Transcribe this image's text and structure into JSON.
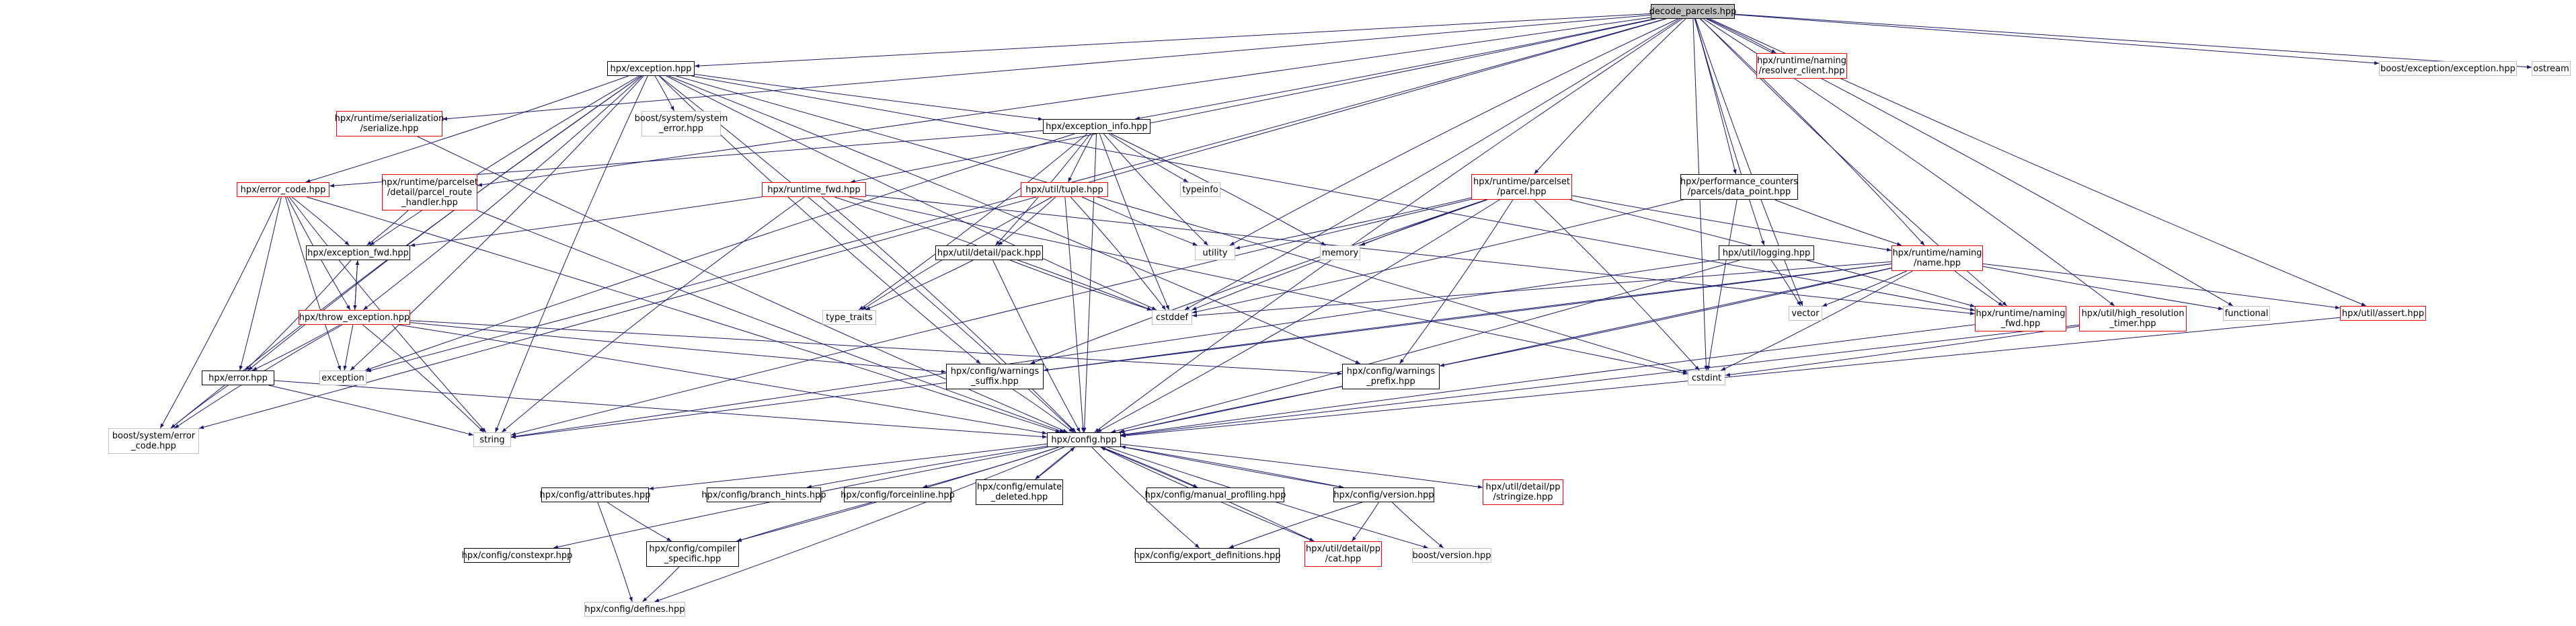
{
  "graph": {
    "colors": {
      "edge": "#191970",
      "documented": "#000000",
      "incomplete": "#e80000",
      "external": "#bfbfbf",
      "root_fill": "#bfbfbf"
    },
    "nodes": {
      "decode_parcels": {
        "label": "decode_parcels.hpp",
        "kind": "root"
      },
      "exception": {
        "label": "hpx/exception.hpp",
        "kind": "documented"
      },
      "naming_resolver": {
        "label": "hpx/runtime/naming\n/resolver_client.hpp",
        "kind": "incomplete"
      },
      "boost_exception": {
        "label": "boost/exception/exception.hpp",
        "kind": "external"
      },
      "ostream": {
        "label": "ostream",
        "kind": "external"
      },
      "serialize": {
        "label": "hpx/runtime/serialization\n/serialize.hpp",
        "kind": "incomplete"
      },
      "boost_system_error": {
        "label": "boost/system/system\n_error.hpp",
        "kind": "external"
      },
      "exception_info": {
        "label": "hpx/exception_info.hpp",
        "kind": "documented"
      },
      "parcel_route": {
        "label": "hpx/runtime/parcelset\n/detail/parcel_route\n_handler.hpp",
        "kind": "incomplete"
      },
      "runtime_fwd": {
        "label": "hpx/runtime_fwd.hpp",
        "kind": "incomplete"
      },
      "util_tuple": {
        "label": "hpx/util/tuple.hpp",
        "kind": "incomplete"
      },
      "typeinfo": {
        "label": "typeinfo",
        "kind": "external"
      },
      "parcel": {
        "label": "hpx/runtime/parcelset\n/parcel.hpp",
        "kind": "incomplete"
      },
      "perf_counters": {
        "label": "hpx/performance_counters\n/parcels/data_point.hpp",
        "kind": "documented"
      },
      "error_code": {
        "label": "hpx/error_code.hpp",
        "kind": "incomplete"
      },
      "util_pack": {
        "label": "hpx/util/detail/pack.hpp",
        "kind": "documented"
      },
      "memory": {
        "label": "memory",
        "kind": "external"
      },
      "utility": {
        "label": "utility",
        "kind": "external"
      },
      "util_logging": {
        "label": "hpx/util/logging.hpp",
        "kind": "documented"
      },
      "naming_name": {
        "label": "hpx/runtime/naming\n/name.hpp",
        "kind": "incomplete"
      },
      "exception_fwd": {
        "label": "hpx/exception_fwd.hpp",
        "kind": "documented"
      },
      "cstddef": {
        "label": "cstddef",
        "kind": "external"
      },
      "type_traits": {
        "label": "type_traits",
        "kind": "external"
      },
      "vector": {
        "label": "vector",
        "kind": "external"
      },
      "functional": {
        "label": "functional",
        "kind": "external"
      },
      "util_assert": {
        "label": "hpx/util/assert.hpp",
        "kind": "incomplete"
      },
      "throw_exception": {
        "label": "hpx/throw_exception.hpp",
        "kind": "incomplete"
      },
      "naming_name_fwd": {
        "label": "hpx/runtime/naming\n_fwd.hpp",
        "kind": "incomplete"
      },
      "high_res_timer": {
        "label": "hpx/util/high_resolution\n_timer.hpp",
        "kind": "incomplete"
      },
      "error": {
        "label": "hpx/error.hpp",
        "kind": "documented"
      },
      "std_exception": {
        "label": "exception",
        "kind": "external"
      },
      "warnings_suffix": {
        "label": "hpx/config/warnings\n_suffix.hpp",
        "kind": "documented"
      },
      "warnings_prefix": {
        "label": "hpx/config/warnings\n_prefix.hpp",
        "kind": "documented"
      },
      "cstdint": {
        "label": "cstdint",
        "kind": "external"
      },
      "boost_error_code": {
        "label": "boost/system/error\n_code.hpp",
        "kind": "external"
      },
      "string": {
        "label": "string",
        "kind": "external"
      },
      "config": {
        "label": "hpx/config.hpp",
        "kind": "documented"
      },
      "cfg_attributes": {
        "label": "hpx/config/attributes.hpp",
        "kind": "documented"
      },
      "cfg_branch_hints": {
        "label": "hpx/config/branch_hints.hpp",
        "kind": "documented"
      },
      "cfg_forceinline": {
        "label": "hpx/config/forceinline.hpp",
        "kind": "documented"
      },
      "cfg_emulate_deleted": {
        "label": "hpx/config/emulate\n_deleted.hpp",
        "kind": "documented"
      },
      "cfg_manual_profiling": {
        "label": "hpx/config/manual_profiling.hpp",
        "kind": "documented"
      },
      "cfg_version": {
        "label": "hpx/config/version.hpp",
        "kind": "documented"
      },
      "util_pp_stringize": {
        "label": "hpx/util/detail/pp\n/stringize.hpp",
        "kind": "incomplete"
      },
      "cfg_constexpr": {
        "label": "hpx/config/constexpr.hpp",
        "kind": "documented"
      },
      "cfg_compiler_specific": {
        "label": "hpx/config/compiler\n_specific.hpp",
        "kind": "documented"
      },
      "cfg_export_definitions": {
        "label": "hpx/config/export_definitions.hpp",
        "kind": "documented"
      },
      "util_pp_cat": {
        "label": "hpx/util/detail/pp\n/cat.hpp",
        "kind": "incomplete"
      },
      "boost_version": {
        "label": "boost/version.hpp",
        "kind": "external"
      },
      "cfg_defines": {
        "label": "hpx/config/defines.hpp",
        "kind": "external"
      }
    },
    "edges": [
      [
        "decode_parcels",
        "exception"
      ],
      [
        "decode_parcels",
        "naming_resolver"
      ],
      [
        "decode_parcels",
        "boost_exception"
      ],
      [
        "decode_parcels",
        "ostream"
      ],
      [
        "decode_parcels",
        "serialize"
      ],
      [
        "decode_parcels",
        "exception_info"
      ],
      [
        "decode_parcels",
        "parcel_route"
      ],
      [
        "decode_parcels",
        "runtime_fwd"
      ],
      [
        "decode_parcels",
        "parcel"
      ],
      [
        "decode_parcels",
        "perf_counters"
      ],
      [
        "decode_parcels",
        "util_logging"
      ],
      [
        "decode_parcels",
        "naming_name"
      ],
      [
        "decode_parcels",
        "utility"
      ],
      [
        "decode_parcels",
        "cstddef"
      ],
      [
        "decode_parcels",
        "vector"
      ],
      [
        "decode_parcels",
        "functional"
      ],
      [
        "decode_parcels",
        "util_assert"
      ],
      [
        "decode_parcels",
        "high_res_timer"
      ],
      [
        "decode_parcels",
        "cstdint"
      ],
      [
        "decode_parcels",
        "std_exception"
      ],
      [
        "decode_parcels",
        "config"
      ],
      [
        "decode_parcels",
        "boost_error_code"
      ],
      [
        "decode_parcels",
        "naming_name_fwd"
      ],
      [
        "exception",
        "boost_system_error"
      ],
      [
        "exception",
        "exception_info"
      ],
      [
        "exception",
        "error_code"
      ],
      [
        "exception",
        "exception_fwd"
      ],
      [
        "exception",
        "throw_exception"
      ],
      [
        "exception",
        "error"
      ],
      [
        "exception",
        "std_exception"
      ],
      [
        "exception",
        "warnings_suffix"
      ],
      [
        "exception",
        "warnings_prefix"
      ],
      [
        "exception",
        "cstddef"
      ],
      [
        "exception",
        "cstdint"
      ],
      [
        "exception",
        "string"
      ],
      [
        "exception",
        "config"
      ],
      [
        "exception",
        "boost_error_code"
      ],
      [
        "exception",
        "naming_name_fwd"
      ],
      [
        "exception_info",
        "util_tuple"
      ],
      [
        "exception_info",
        "util_pack"
      ],
      [
        "exception_info",
        "typeinfo"
      ],
      [
        "exception_info",
        "memory"
      ],
      [
        "exception_info",
        "utility"
      ],
      [
        "exception_info",
        "error_code"
      ],
      [
        "exception_info",
        "cstddef"
      ],
      [
        "exception_info",
        "type_traits"
      ],
      [
        "exception_info",
        "std_exception"
      ],
      [
        "exception_info",
        "config"
      ],
      [
        "serialize",
        "config"
      ],
      [
        "parcel_route",
        "exception_fwd"
      ],
      [
        "parcel_route",
        "config"
      ],
      [
        "runtime_fwd",
        "exception_fwd"
      ],
      [
        "runtime_fwd",
        "naming_name_fwd"
      ],
      [
        "runtime_fwd",
        "cstddef"
      ],
      [
        "runtime_fwd",
        "string"
      ],
      [
        "runtime_fwd",
        "config"
      ],
      [
        "runtime_fwd",
        "cstdint"
      ],
      [
        "util_tuple",
        "util_pack"
      ],
      [
        "util_tuple",
        "utility"
      ],
      [
        "util_tuple",
        "cstddef"
      ],
      [
        "util_tuple",
        "type_traits"
      ],
      [
        "util_tuple",
        "config"
      ],
      [
        "parcel",
        "naming_name"
      ],
      [
        "parcel",
        "naming_name_fwd"
      ],
      [
        "parcel",
        "memory"
      ],
      [
        "parcel",
        "utility"
      ],
      [
        "parcel",
        "cstddef"
      ],
      [
        "parcel",
        "cstdint"
      ],
      [
        "parcel",
        "string"
      ],
      [
        "parcel",
        "config"
      ],
      [
        "parcel",
        "warnings_suffix"
      ],
      [
        "parcel",
        "warnings_prefix"
      ],
      [
        "perf_counters",
        "naming_name"
      ],
      [
        "perf_counters",
        "cstddef"
      ],
      [
        "perf_counters",
        "cstdint"
      ],
      [
        "error_code",
        "exception_fwd"
      ],
      [
        "error_code",
        "throw_exception"
      ],
      [
        "error_code",
        "error"
      ],
      [
        "error_code",
        "std_exception"
      ],
      [
        "error_code",
        "boost_error_code"
      ],
      [
        "error_code",
        "string"
      ],
      [
        "error_code",
        "config"
      ],
      [
        "util_pack",
        "cstddef"
      ],
      [
        "util_pack",
        "type_traits"
      ],
      [
        "util_pack",
        "config"
      ],
      [
        "util_logging",
        "vector"
      ],
      [
        "util_logging",
        "string"
      ],
      [
        "util_logging",
        "config"
      ],
      [
        "naming_name",
        "naming_name_fwd"
      ],
      [
        "naming_name",
        "vector"
      ],
      [
        "naming_name",
        "functional"
      ],
      [
        "naming_name",
        "util_assert"
      ],
      [
        "naming_name",
        "cstddef"
      ],
      [
        "naming_name",
        "cstdint"
      ],
      [
        "naming_name",
        "string"
      ],
      [
        "naming_name",
        "config"
      ],
      [
        "naming_name",
        "warnings_suffix"
      ],
      [
        "naming_name",
        "warnings_prefix"
      ],
      [
        "exception_fwd",
        "throw_exception"
      ],
      [
        "exception_fwd",
        "error"
      ],
      [
        "throw_exception",
        "exception_fwd"
      ],
      [
        "throw_exception",
        "error"
      ],
      [
        "throw_exception",
        "std_exception"
      ],
      [
        "throw_exception",
        "string"
      ],
      [
        "throw_exception",
        "boost_error_code"
      ],
      [
        "throw_exception",
        "config"
      ],
      [
        "throw_exception",
        "warnings_suffix"
      ],
      [
        "throw_exception",
        "warnings_prefix"
      ],
      [
        "naming_name_fwd",
        "config"
      ],
      [
        "high_res_timer",
        "cstdint"
      ],
      [
        "high_res_timer",
        "config"
      ],
      [
        "util_assert",
        "config"
      ],
      [
        "error",
        "boost_error_code"
      ],
      [
        "error",
        "string"
      ],
      [
        "error",
        "config"
      ],
      [
        "warnings_suffix",
        "config"
      ],
      [
        "warnings_prefix",
        "config"
      ],
      [
        "config",
        "cfg_attributes"
      ],
      [
        "config",
        "cfg_branch_hints"
      ],
      [
        "config",
        "cfg_forceinline"
      ],
      [
        "config",
        "cfg_emulate_deleted"
      ],
      [
        "config",
        "cfg_manual_profiling"
      ],
      [
        "config",
        "cfg_version"
      ],
      [
        "config",
        "util_pp_stringize"
      ],
      [
        "config",
        "cfg_constexpr"
      ],
      [
        "config",
        "cfg_compiler_specific"
      ],
      [
        "config",
        "cfg_export_definitions"
      ],
      [
        "config",
        "util_pp_cat"
      ],
      [
        "config",
        "boost_version"
      ],
      [
        "config",
        "cfg_defines"
      ],
      [
        "cfg_attributes",
        "cfg_compiler_specific"
      ],
      [
        "cfg_attributes",
        "cfg_defines"
      ],
      [
        "cfg_forceinline",
        "cfg_compiler_specific"
      ],
      [
        "cfg_emulate_deleted",
        "config"
      ],
      [
        "cfg_version",
        "cfg_export_definitions"
      ],
      [
        "cfg_version",
        "util_pp_cat"
      ],
      [
        "cfg_version",
        "boost_version"
      ],
      [
        "cfg_version",
        "config"
      ],
      [
        "util_pp_cat",
        "config"
      ],
      [
        "cfg_compiler_specific",
        "cfg_defines"
      ]
    ]
  }
}
